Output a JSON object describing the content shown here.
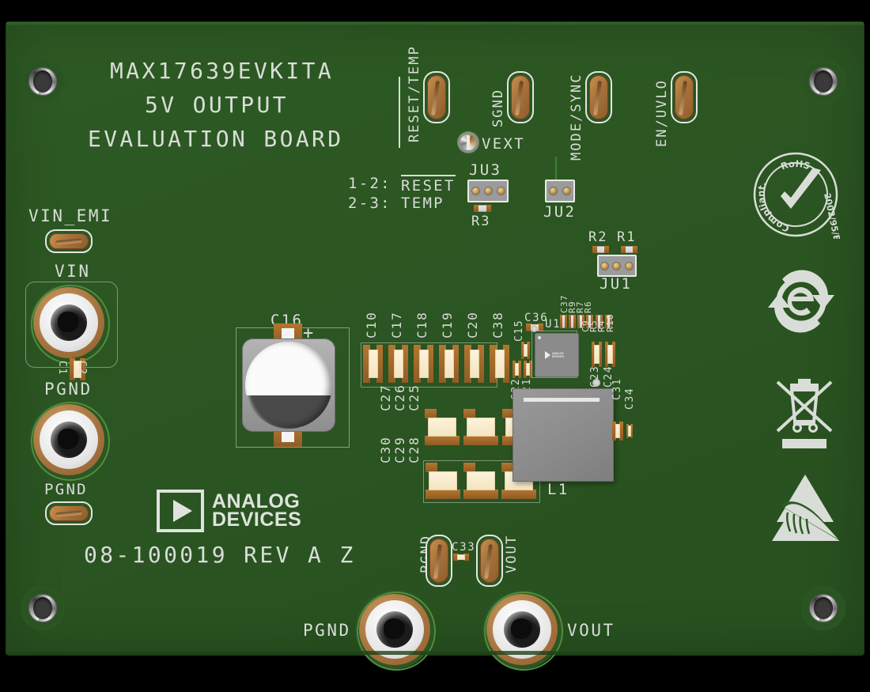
{
  "board": {
    "title_line1": "MAX17639EVKITA",
    "title_line2": "5V OUTPUT",
    "title_line3": "EVALUATION BOARD",
    "part_number": "08-100019 REV A Z",
    "manufacturer": "ANALOG DEVICES",
    "manufacturer_line1": "ANALOG",
    "manufacturer_line2": "DEVICES",
    "solder_mask_color": "#2d5a24",
    "silkscreen_color": "#d9ddd7",
    "copper_color": "#a8713a"
  },
  "jumper_legend": {
    "row1_pins": "1-2:",
    "row1_func": "RESET",
    "row2_pins": "2-3:",
    "row2_func": "TEMP"
  },
  "test_loops_top": [
    {
      "label": "RESET/TEMP"
    },
    {
      "label": "SGND"
    },
    {
      "label": "MODE/SYNC"
    },
    {
      "label": "EN/UVLO"
    }
  ],
  "test_points": [
    {
      "label": "VEXT"
    },
    {
      "label": "VIN_EMI"
    },
    {
      "label": "PGND"
    },
    {
      "label": "PGND"
    },
    {
      "label": "VOUT"
    }
  ],
  "banana_jacks": [
    {
      "label": "VIN"
    },
    {
      "label": "PGND"
    },
    {
      "label": "PGND"
    },
    {
      "label": "VOUT"
    }
  ],
  "headers": [
    {
      "ref": "JU3",
      "pins": 3
    },
    {
      "ref": "JU2",
      "pins": 2
    },
    {
      "ref": "JU1",
      "pins": 3
    }
  ],
  "components": {
    "ic": {
      "ref": "U1",
      "marking": "ANALOG DEVICES"
    },
    "inductor": {
      "ref": "L1"
    },
    "electrolytic": {
      "ref": "C16",
      "polarity": "+"
    },
    "cap_row_top": [
      "C10",
      "C17",
      "C18",
      "C19",
      "C20",
      "C38"
    ],
    "cap_row_mid": [
      "C27",
      "C26",
      "C25"
    ],
    "cap_row_bot": [
      "C30",
      "C29",
      "C28"
    ],
    "cap_vin": [
      "C1",
      "C2"
    ],
    "cap_small": [
      "C15",
      "C22",
      "C21",
      "C36",
      "C23",
      "C24",
      "C31",
      "C34",
      "C33"
    ],
    "resistors_ju1": [
      "R2",
      "R1"
    ],
    "resistor_ju3": "R3",
    "resistors_top": [
      "C37",
      "R9",
      "R7",
      "R6"
    ],
    "resistors_bot": [
      "C9",
      "R5",
      "R4",
      "R10"
    ]
  },
  "compliance_marks": [
    {
      "name": "rohs-compliant",
      "text_top": "Compliant",
      "text_mid": "RoHS",
      "text_dir": "2002/95/EC"
    },
    {
      "name": "china-rohs-e",
      "text": "e"
    },
    {
      "name": "weee-crossed-bin",
      "text": ""
    },
    {
      "name": "esd-sensitive",
      "text": ""
    }
  ]
}
